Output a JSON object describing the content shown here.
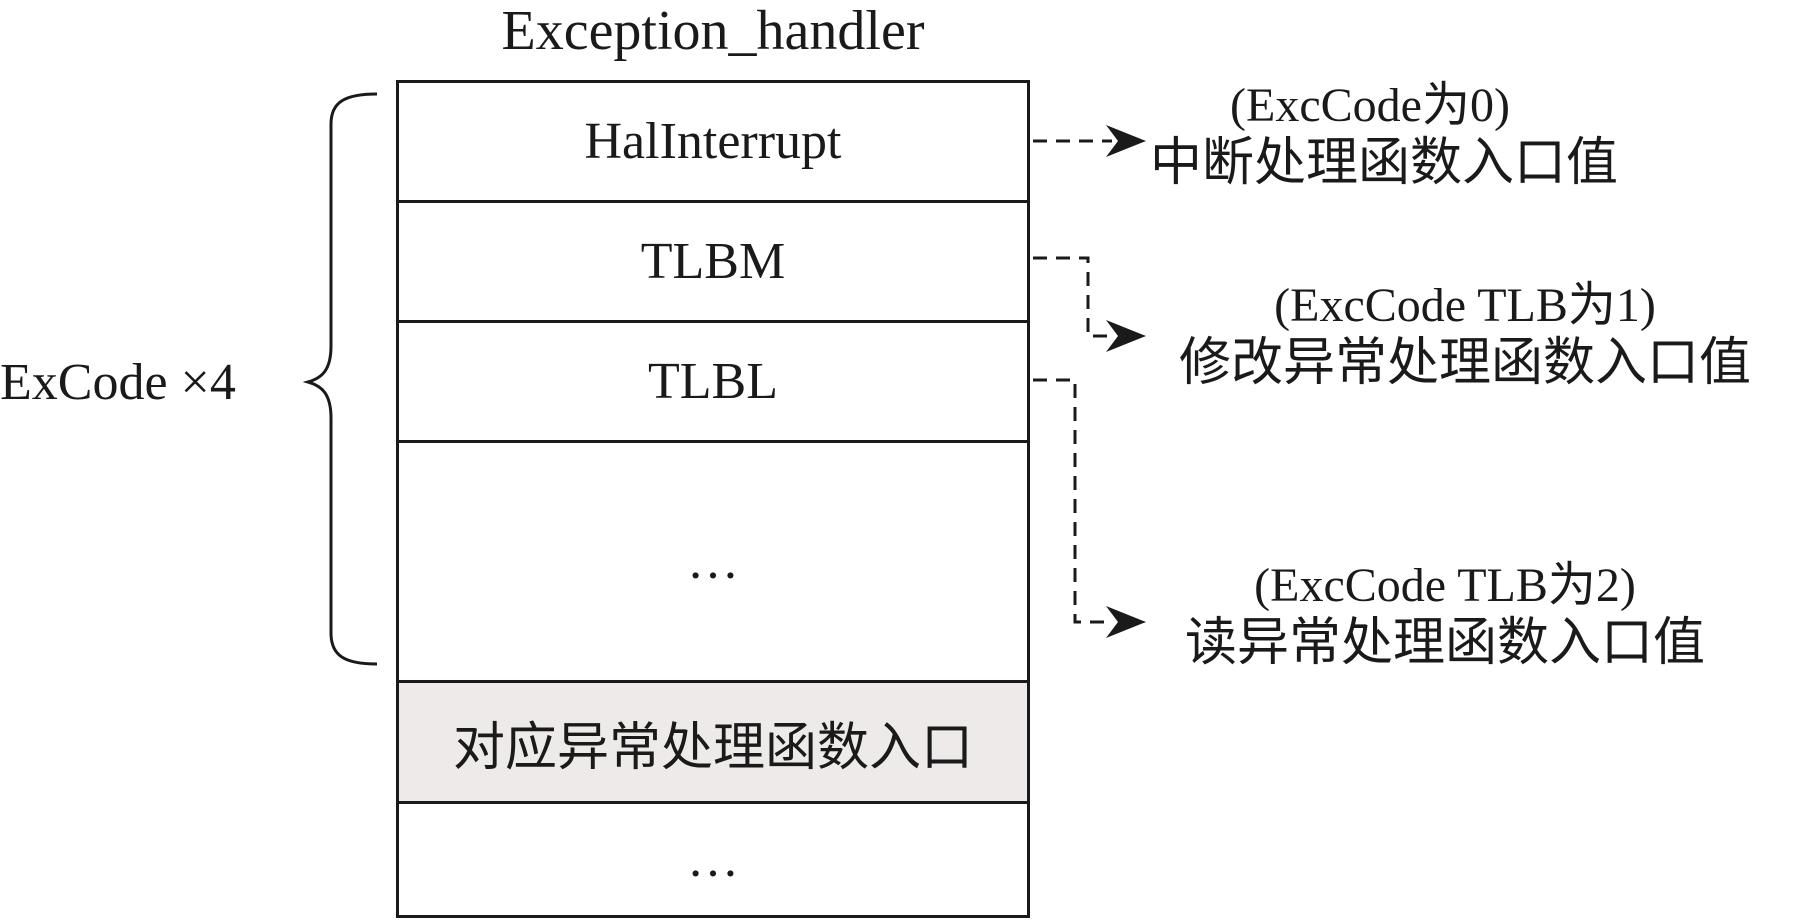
{
  "title": "Exception_handler",
  "group_label": "ExCode ×4",
  "table": {
    "rows": [
      {
        "label": "HalInterrupt",
        "shaded": false
      },
      {
        "label": "TLBM",
        "shaded": false
      },
      {
        "label": "TLBL",
        "shaded": false
      },
      {
        "label": "…",
        "shaded": false
      },
      {
        "label": "对应异常处理函数入口",
        "shaded": true
      },
      {
        "label": "…",
        "shaded": false
      }
    ]
  },
  "annotations": [
    {
      "paren": "(ExcCode为0)",
      "desc": "中断处理函数入口值"
    },
    {
      "paren": "(ExcCode TLB为1)",
      "desc": "修改异常处理函数入口值"
    },
    {
      "paren": "(ExcCode TLB为2)",
      "desc": "读异常处理函数入口值"
    }
  ],
  "colors": {
    "line": "#1a1a1a",
    "shaded_cell": "#eeeae9",
    "background": "#ffffff"
  }
}
